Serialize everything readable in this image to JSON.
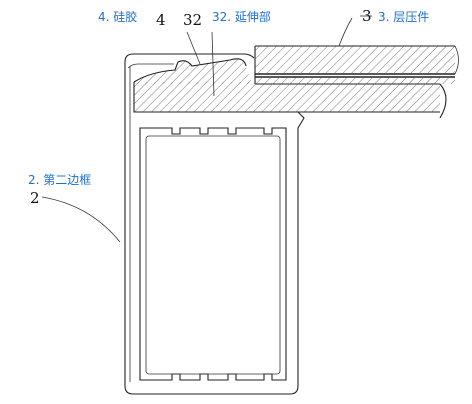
{
  "labels": {
    "silicone": {
      "blue": "4. 硅胶",
      "num": "4"
    },
    "extension": {
      "num": "32",
      "blue": "32. 延伸部"
    },
    "laminate": {
      "num": "3",
      "blue": "3. 层压件"
    },
    "second_frame": {
      "blue": "2. 第二边框",
      "num": "2"
    }
  },
  "colors": {
    "label_blue": "#1f6fd1",
    "line": "#222222",
    "hatch": "#6b6b6b"
  }
}
